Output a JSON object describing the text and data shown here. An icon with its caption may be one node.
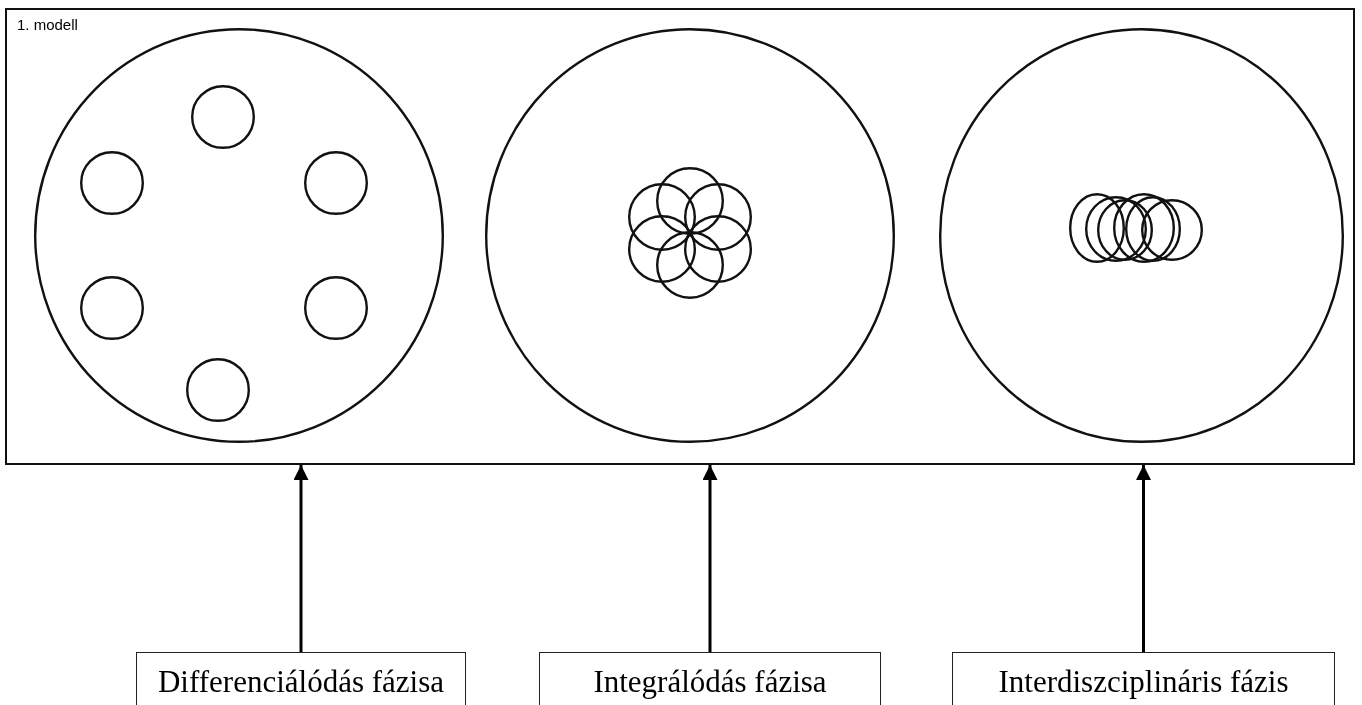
{
  "diagram": {
    "nodes": [
      {
        "text": [
          "1. modell"
        ]
      },
      {
        "text": [],
        "shape": "circle",
        "in": 0
      },
      {
        "text": [],
        "shape": "circle",
        "in": 1
      },
      {
        "text": [],
        "shape": "circle",
        "in": 1
      },
      {
        "text": [],
        "shape": "circle",
        "in": 1
      },
      {
        "text": [],
        "shape": "circle",
        "in": 1
      },
      {
        "text": [],
        "shape": "circle",
        "in": 1
      },
      {
        "text": [],
        "shape": "circle",
        "in": 1
      },
      {
        "text": [],
        "shape": "circle",
        "in": 0
      },
      {
        "text": [],
        "shape": "circle",
        "in": 8
      },
      {
        "text": [],
        "shape": "circle",
        "in": 8
      },
      {
        "text": [],
        "shape": "circle",
        "in": 8
      },
      {
        "text": [],
        "shape": "circle",
        "in": 8
      },
      {
        "text": [],
        "shape": "circle",
        "in": 8
      },
      {
        "text": [],
        "shape": "circle",
        "in": 8
      },
      {
        "text": [],
        "shape": "circle",
        "in": 0
      },
      {
        "text": [],
        "shape": "circle",
        "in": 15
      },
      {
        "text": [],
        "shape": "circle",
        "in": 15
      },
      {
        "text": [],
        "shape": "circle",
        "in": 15
      },
      {
        "text": [],
        "shape": "circle",
        "in": 15
      },
      {
        "text": [],
        "shape": "circle",
        "in": 15
      },
      {
        "text": [],
        "shape": "circle",
        "in": 15
      },
      {
        "text": [
          "Differenciálódás fázisa"
        ]
      },
      {
        "text": [
          "Integrálódás fázisa"
        ]
      },
      {
        "text": [
          "Interdiszciplináris fázis"
        ]
      }
    ],
    "edges": [
      {
        "from": 22,
        "to": 0,
        "arrow": "to"
      },
      {
        "from": 23,
        "to": 0,
        "arrow": "to"
      },
      {
        "from": 24,
        "to": 0,
        "arrow": "to"
      }
    ]
  }
}
